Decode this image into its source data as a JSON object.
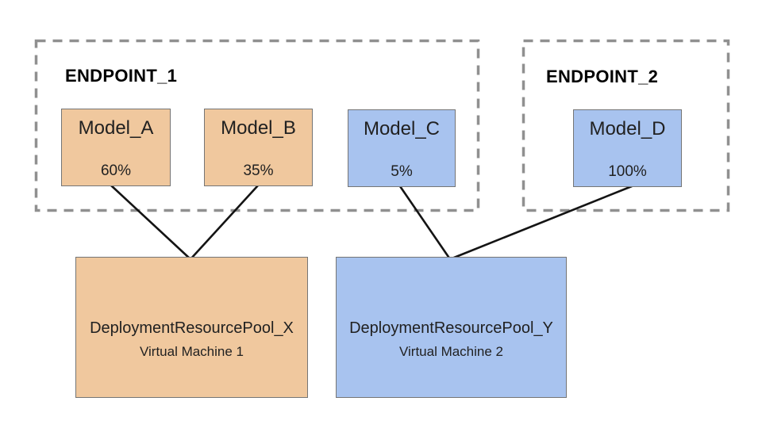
{
  "diagram": {
    "endpoints": [
      {
        "label": "ENDPOINT_1",
        "models": [
          {
            "name": "Model_A",
            "traffic_split": "60%",
            "color": "#F0C89E"
          },
          {
            "name": "Model_B",
            "traffic_split": "35%",
            "color": "#F0C89E"
          },
          {
            "name": "Model_C",
            "traffic_split": "5%",
            "color": "#A8C3EF"
          }
        ]
      },
      {
        "label": "ENDPOINT_2",
        "models": [
          {
            "name": "Model_D",
            "traffic_split": "100%",
            "color": "#A8C3EF"
          }
        ]
      }
    ],
    "resource_pools": [
      {
        "name": "DeploymentResourcePool_X",
        "machine": "Virtual Machine 1",
        "color": "#F0C89E"
      },
      {
        "name": "DeploymentResourcePool_Y",
        "machine": "Virtual Machine 2",
        "color": "#A8C3EF"
      }
    ],
    "connections": [
      {
        "from": "Model_A",
        "to": "DeploymentResourcePool_X"
      },
      {
        "from": "Model_B",
        "to": "DeploymentResourcePool_X"
      },
      {
        "from": "Model_C",
        "to": "DeploymentResourcePool_Y"
      },
      {
        "from": "Model_D",
        "to": "DeploymentResourcePool_Y"
      }
    ],
    "colors": {
      "orange_fill": "#F0C89E",
      "blue_fill": "#A8C3EF",
      "box_border": "#757575",
      "dashed_border": "#909090",
      "connector_line": "#141414",
      "text": "#212121",
      "background": "#FFFFFF"
    }
  }
}
